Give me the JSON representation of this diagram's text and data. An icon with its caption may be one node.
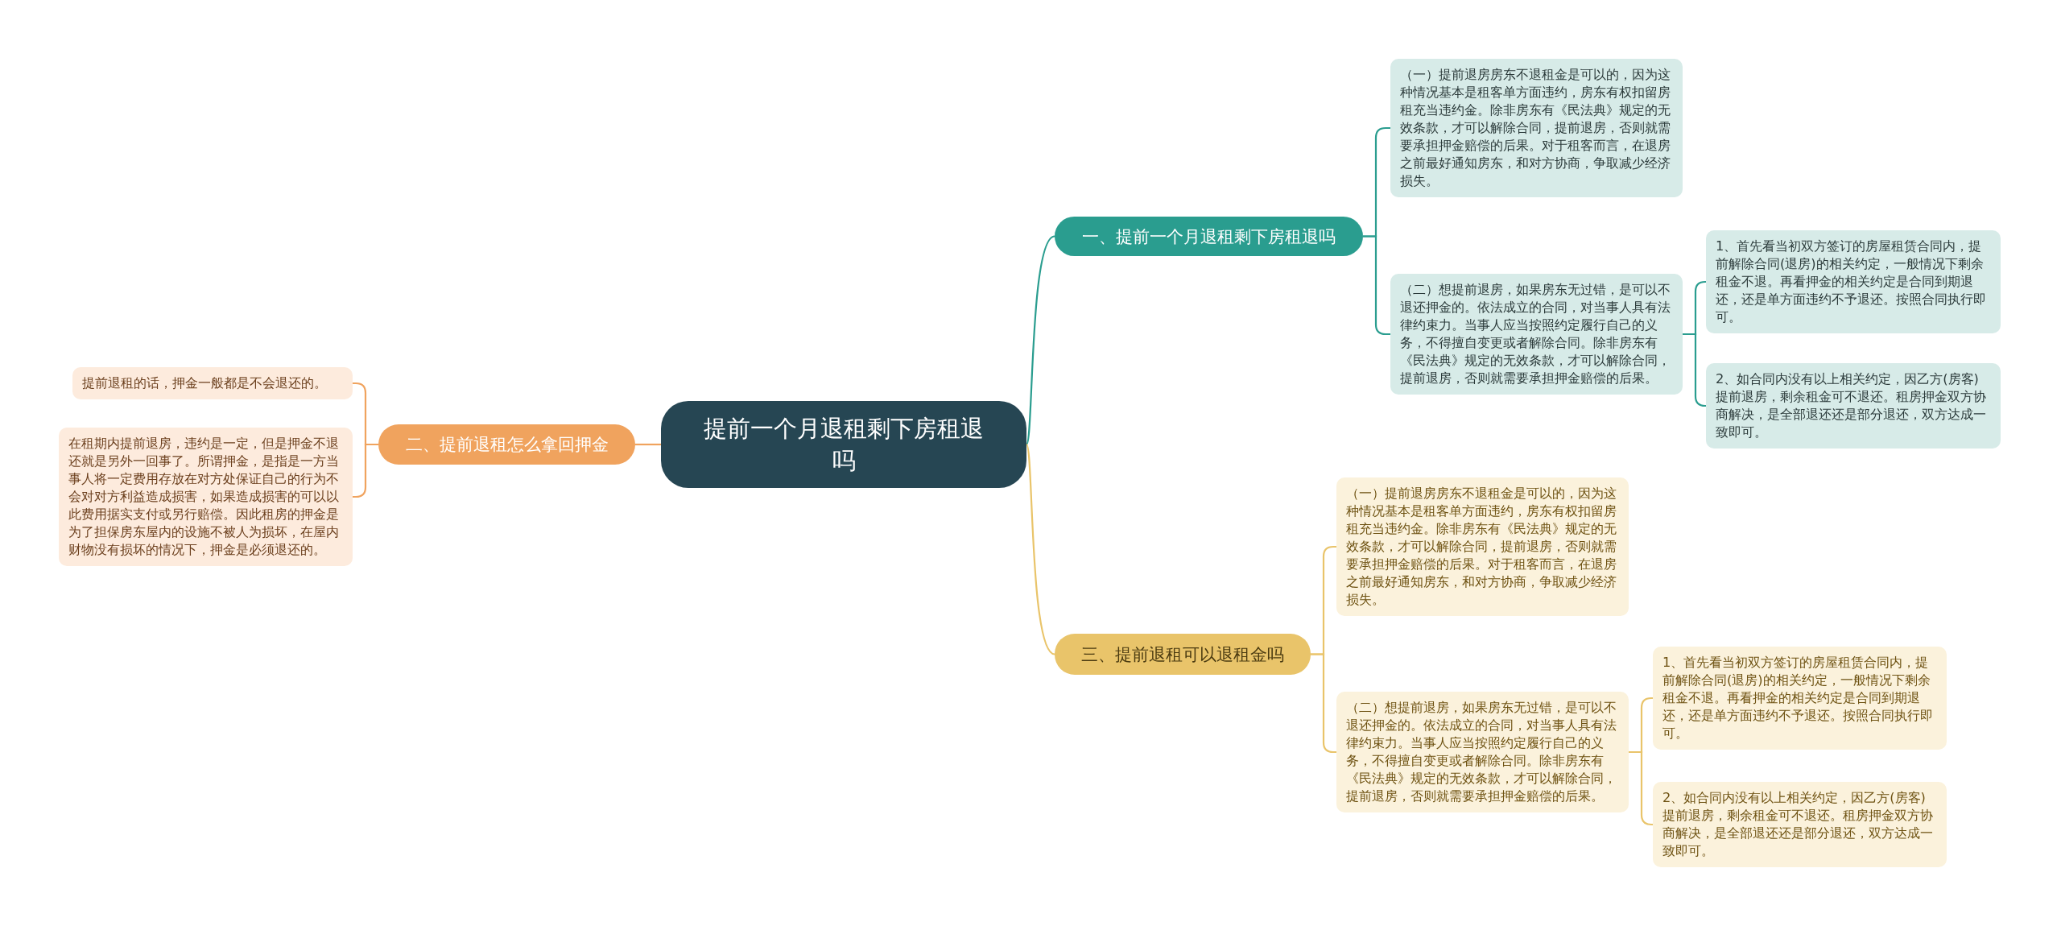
{
  "diagram": {
    "nodes": [
      {
        "text": [
          "提前一个月退租剩下房租退吗"
        ]
      },
      {
        "text": [
          "一、提前一个月退租剩下房租退吗"
        ]
      },
      {
        "text": [
          "（一）提前退房房东不退租金是可以的，因为这种情况基本是租客单方面违约，房东有权扣留房租充当违约金。除非房东有《民法典》规定的无效条款，才可以解除合同，提前退房，否则就需要承担押金赔偿的后果。对于租客而言，在退房之前最好通知房东，和对方协商，争取减少经济损失。"
        ]
      },
      {
        "text": [
          "（二）想提前退房，如果房东无过错，是可以不退还押金的。依法成立的合同，对当事人具有法律约束力。当事人应当按照约定履行自己的义务，不得擅自变更或者解除合同。除非房东有《民法典》规定的无效条款，才可以解除合同，提前退房，否则就需要承担押金赔偿的后果。"
        ]
      },
      {
        "text": [
          "1、首先看当初双方签订的房屋租赁合同内，提前解除合同(退房)的相关约定，一般情况下剩余租金不退。再看押金的相关约定是合同到期退还，还是单方面违约不予退还。按照合同执行即可。"
        ]
      },
      {
        "text": [
          "2、如合同内没有以上相关约定，因乙方(房客)提前退房，剩余租金可不退还。租房押金双方协商解决，是全部退还还是部分退还，双方达成一致即可。"
        ]
      },
      {
        "text": [
          "二、提前退租怎么拿回押金"
        ]
      },
      {
        "text": [
          "提前退租的话，押金一般都是不会退还的。"
        ]
      },
      {
        "text": [
          "在租期内提前退房，违约是一定，但是押金不退还就是另外一回事了。所谓押金，是指是一方当事人将一定费用存放在对方处保证自己的行为不会对对方利益造成损害，如果造成损害的可以以此费用据实支付或另行赔偿。因此租房的押金是为了担保房东屋内的设施不被人为损坏，在屋内财物没有损坏的情况下，押金是必须退还的。"
        ]
      },
      {
        "text": [
          "三、提前退租可以退租金吗"
        ]
      },
      {
        "text": [
          "（一）提前退房房东不退租金是可以的，因为这种情况基本是租客单方面违约，房东有权扣留房租充当违约金。除非房东有《民法典》规定的无效条款，才可以解除合同，提前退房，否则就需要承担押金赔偿的后果。对于租客而言，在退房之前最好通知房东，和对方协商，争取减少经济损失。"
        ]
      },
      {
        "text": [
          "（二）想提前退房，如果房东无过错，是可以不退还押金的。依法成立的合同，对当事人具有法律约束力。当事人应当按照约定履行自己的义务，不得擅自变更或者解除合同。除非房东有《民法典》规定的无效条款，才可以解除合同，提前退房，否则就需要承担押金赔偿的后果。"
        ]
      },
      {
        "text": [
          "1、首先看当初双方签订的房屋租赁合同内，提前解除合同(退房)的相关约定，一般情况下剩余租金不退。再看押金的相关约定是合同到期退还，还是单方面违约不予退还。按照合同执行即可。"
        ]
      },
      {
        "text": [
          "2、如合同内没有以上相关约定，因乙方(房客)提前退房，剩余租金可不退还。租房押金双方协商解决，是全部退还还是部分退还，双方达成一致即可。"
        ]
      }
    ],
    "edges": [
      {
        "from": 0,
        "to": 1,
        "arrow": "none",
        "color": "#2a9d8f"
      },
      {
        "from": 1,
        "to": 2,
        "arrow": "none",
        "color": "#2a9d8f"
      },
      {
        "from": 1,
        "to": 3,
        "arrow": "none",
        "color": "#2a9d8f"
      },
      {
        "from": 3,
        "to": 4,
        "arrow": "none",
        "color": "#2a9d8f"
      },
      {
        "from": 3,
        "to": 5,
        "arrow": "none",
        "color": "#2a9d8f"
      },
      {
        "from": 0,
        "to": 6,
        "arrow": "none",
        "color": "#f0a35e"
      },
      {
        "from": 6,
        "to": 7,
        "arrow": "none",
        "color": "#f0a35e"
      },
      {
        "from": 6,
        "to": 8,
        "arrow": "none",
        "color": "#f0a35e"
      },
      {
        "from": 0,
        "to": 9,
        "arrow": "none",
        "color": "#e9c46a"
      },
      {
        "from": 9,
        "to": 10,
        "arrow": "none",
        "color": "#e9c46a"
      },
      {
        "from": 9,
        "to": 11,
        "arrow": "none",
        "color": "#e9c46a"
      },
      {
        "from": 11,
        "to": 12,
        "arrow": "none",
        "color": "#e9c46a"
      },
      {
        "from": 11,
        "to": 13,
        "arrow": "none",
        "color": "#e9c46a"
      }
    ]
  }
}
